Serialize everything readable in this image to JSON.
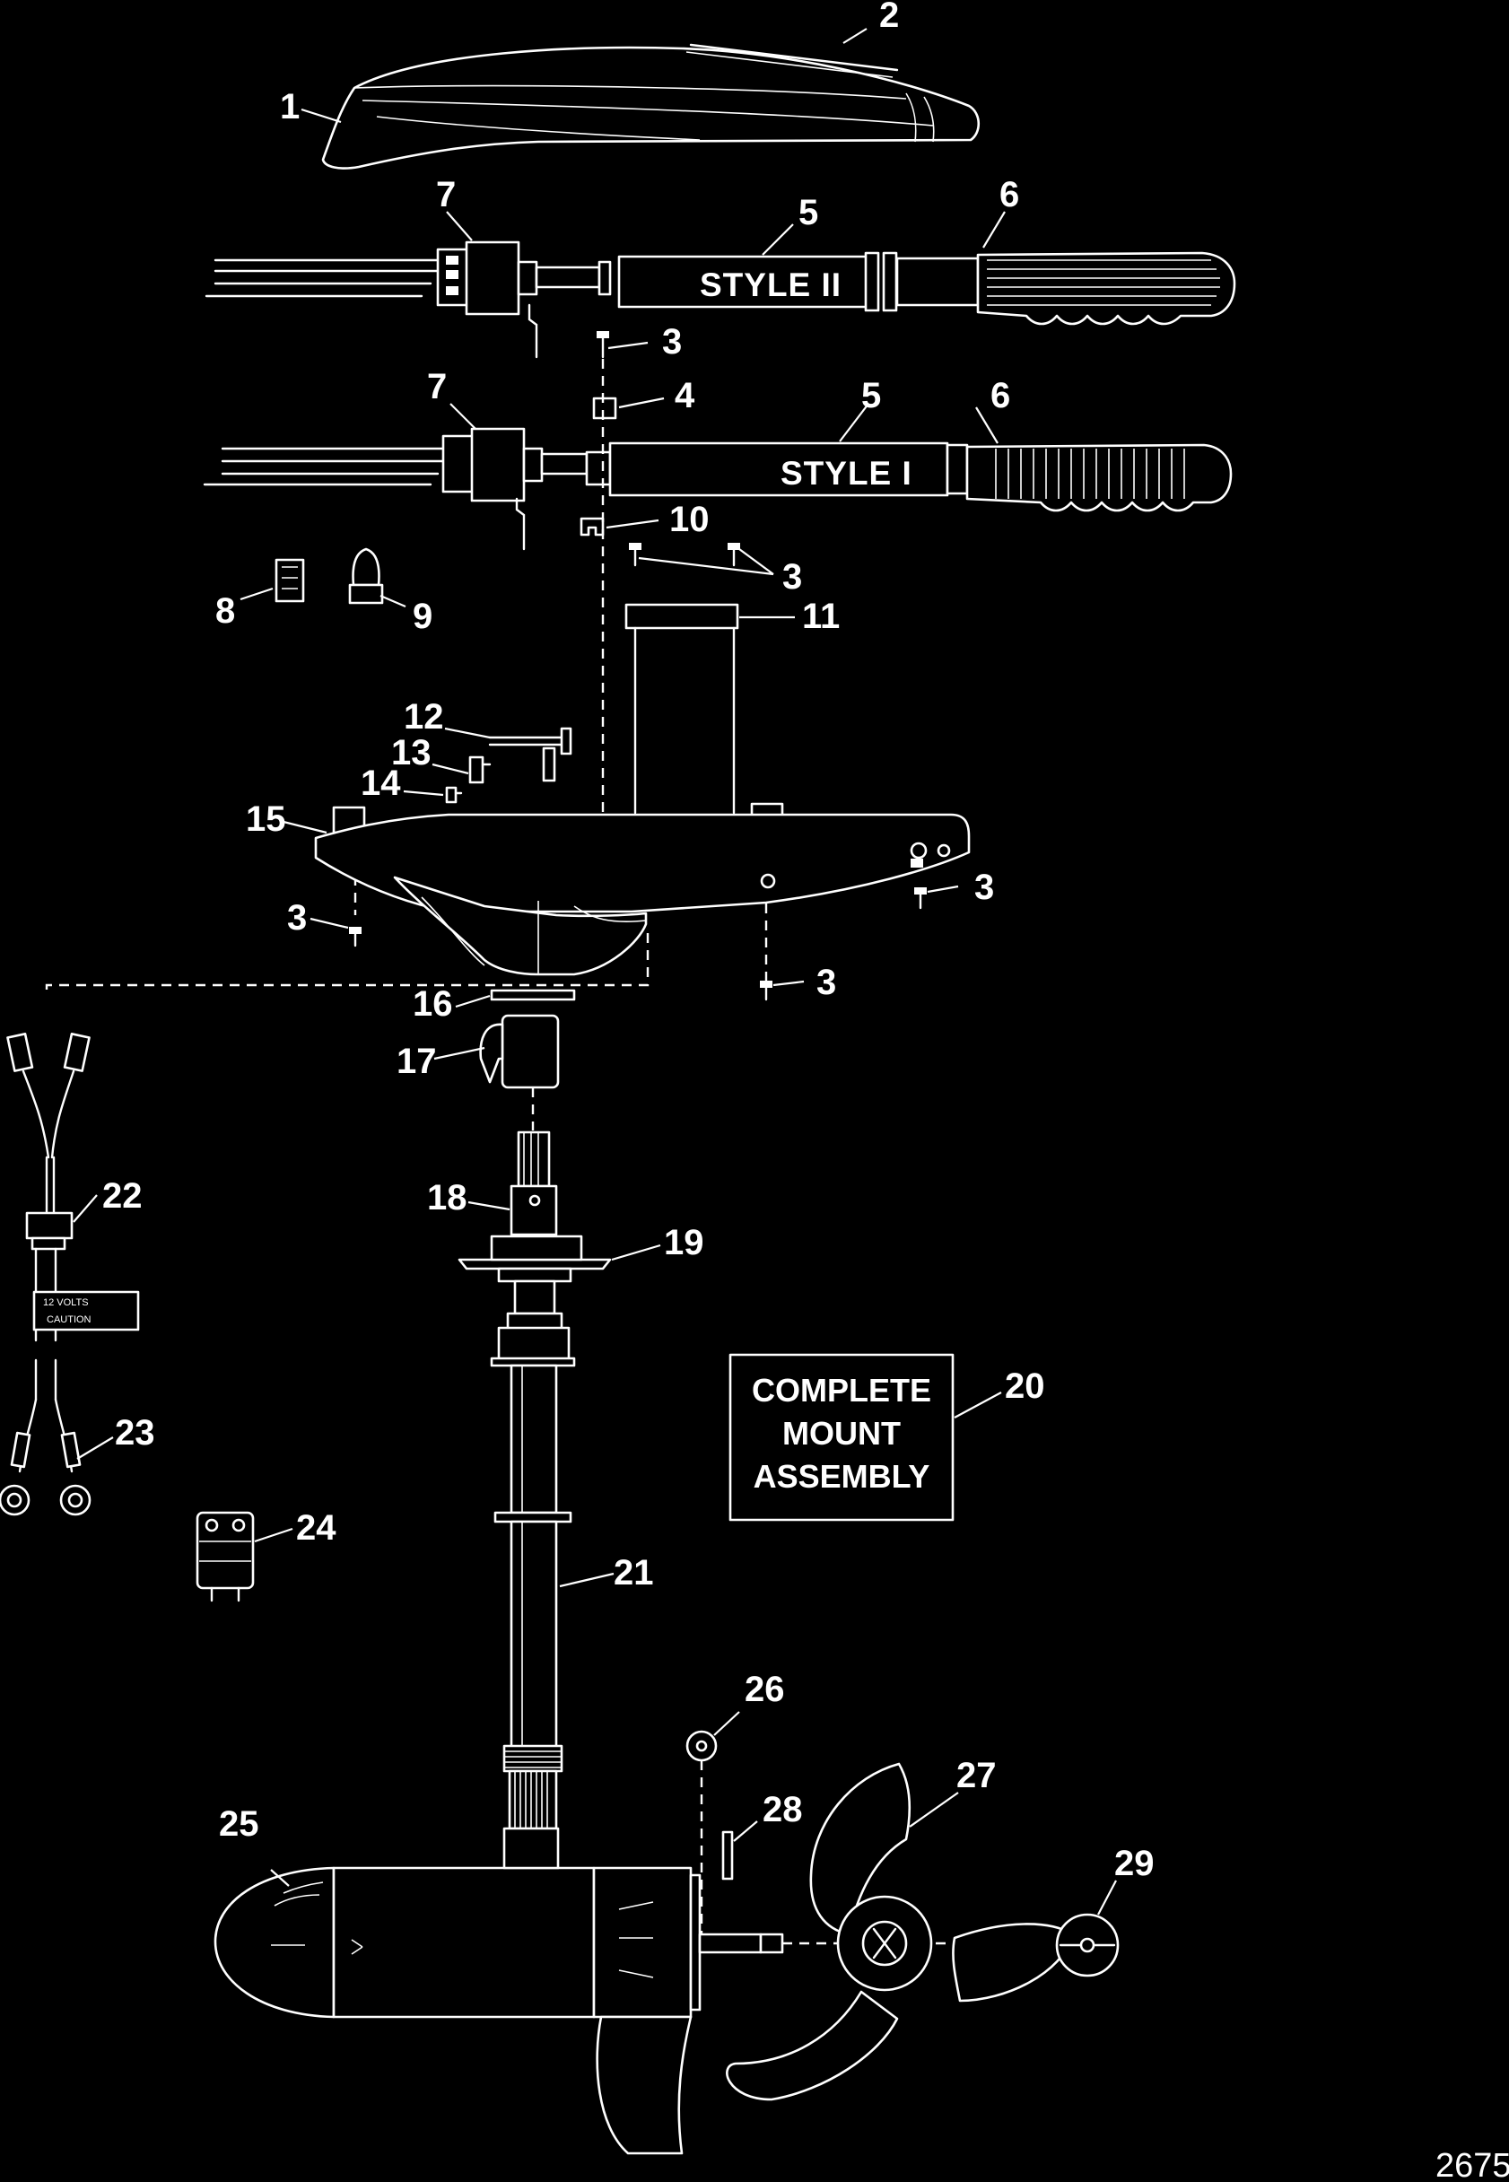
{
  "callouts": {
    "c1": "1",
    "c2": "2",
    "c3a": "3",
    "c3b": "3",
    "c3c": "3",
    "c3d": "3",
    "c3e": "3",
    "c4": "4",
    "c5a": "5",
    "c5b": "5",
    "c6a": "6",
    "c6b": "6",
    "c7a": "7",
    "c7b": "7",
    "c8": "8",
    "c9": "9",
    "c10": "10",
    "c11": "11",
    "c12": "12",
    "c13": "13",
    "c14": "14",
    "c15": "15",
    "c16": "16",
    "c17": "17",
    "c18": "18",
    "c19": "19",
    "c20": "20",
    "c21": "21",
    "c22": "22",
    "c23": "23",
    "c24": "24",
    "c25": "25",
    "c26": "26",
    "c27": "27",
    "c28": "28",
    "c29": "29"
  },
  "tiller_labels": {
    "style_ii": "STYLE II",
    "style_i": "STYLE I"
  },
  "complete_mount_box": {
    "line1": "COMPLETE",
    "line2": "MOUNT",
    "line3": "ASSEMBLY"
  },
  "cable_tag": {
    "line1": "12 VOLTS",
    "line2": "CAUTION"
  },
  "figure_number": "2675"
}
